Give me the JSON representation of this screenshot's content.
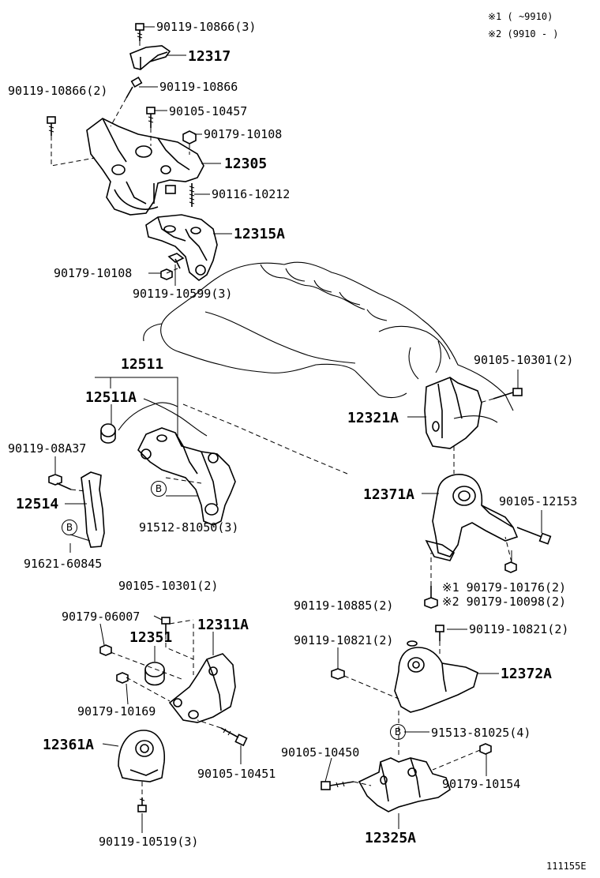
{
  "notes": {
    "note1": "※1 (      ~9910)",
    "note2": "※2 (9910 -      )"
  },
  "diagram_id": "111155E",
  "labels": {
    "l01": "90119-10866(3)",
    "l02": "12317",
    "l03": "90119-10866(2)",
    "l04": "90119-10866",
    "l05": "90105-10457",
    "l06": "90179-10108",
    "l07": "12305",
    "l08": "90116-10212",
    "l09": "12315A",
    "l10": "90179-10108",
    "l11": "90119-10599(3)",
    "l12": "12511",
    "l13": "12511A",
    "l14": "90119-08A37",
    "l15": "12514",
    "l16": "91512-81050(3)",
    "l17": "91621-60845",
    "l18": "90105-10301(2)",
    "l19": "12321A",
    "l20": "12371A",
    "l21": "90105-12153",
    "l22": "※1 90179-10176(2)",
    "l23": "90119-10885(2)",
    "l24": "※2 90179-10098(2)",
    "l25": "90105-10301(2)",
    "l26": "90179-06007",
    "l27": "12351",
    "l28": "12311A",
    "l29": "90119-10821(2)",
    "l30": "90119-10821(2)",
    "l31": "12372A",
    "l32": "90179-10169",
    "l33": "12361A",
    "l34": "90105-10451",
    "l35": "91513-81025(4)",
    "l36": "90105-10450",
    "l37": "90179-10154",
    "l38": "90119-10519(3)",
    "l39": "12325A"
  },
  "markers": {
    "b1": "B",
    "b2": "B",
    "b3": "B"
  }
}
